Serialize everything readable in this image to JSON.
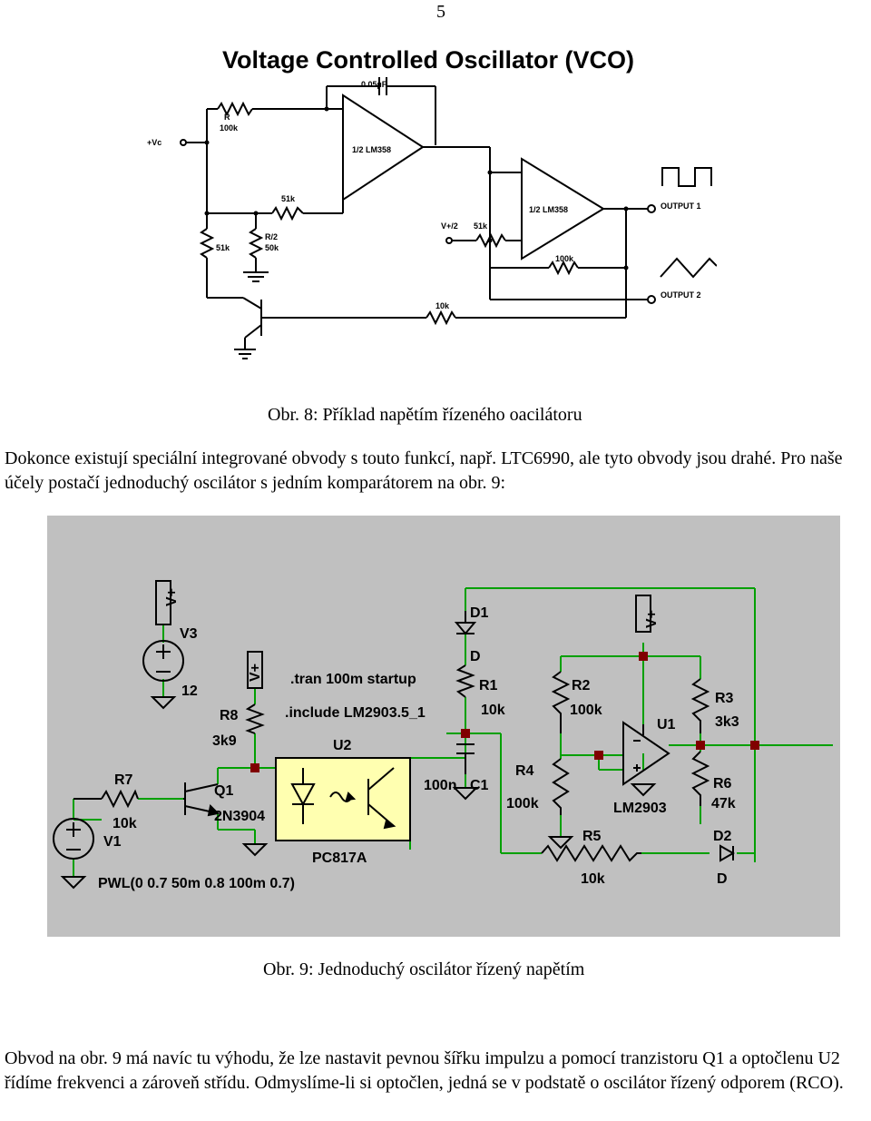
{
  "page_number": "5",
  "figure1": {
    "title": "Voltage Controlled Oscillator (VCO)",
    "labels": {
      "cap": "0.05µF",
      "r_name": "R",
      "r_value": "100k",
      "vc": "+Vc",
      "r51a": "51k",
      "r2_name": "R/2",
      "r2_value": "50k",
      "r51b": "51k",
      "opamp1": "1/2 LM358",
      "vhalf": "V+/2",
      "r51c": "51k",
      "opamp2": "1/2 LM358",
      "r100": "100k",
      "r10": "10k",
      "out1": "OUTPUT 1",
      "out2": "OUTPUT 2"
    }
  },
  "caption1": "Obr. 8: Příklad napětím řízeného oacilátoru",
  "paragraph1": "Dokonce existují speciální integrované obvody s touto funkcí, např. LTC6990, ale tyto obvody jsou drahé. Pro naše účely postačí jednoduchý oscilátor s jedním komparátorem na obr. 9:",
  "figure2": {
    "background": "#c0c0c0",
    "wire_color": "#00a000",
    "node_color": "#800000",
    "optocoupler_fill": "#ffffb0",
    "labels": {
      "v3_sym": "V+",
      "v3_name": "V3",
      "v3_value": "12",
      "v8_sym": "V+",
      "r8_name": "R8",
      "r8_value": "3k9",
      "tran": ".tran 100m startup",
      "include": ".include LM2903.5_1",
      "u2_name": "U2",
      "d1_name": "D1",
      "d1_value": "D",
      "r1_name": "R1",
      "r1_value": "10k",
      "v_u1_sym": "V+",
      "r2_name": "R2",
      "r2_value": "100k",
      "u1_name": "U1",
      "r3_name": "R3",
      "r3_value": "3k3",
      "r7_name": "R7",
      "r7_value": "10k",
      "v1_name": "V1",
      "q1_name": "Q1",
      "q1_value": "2N3904",
      "c1_value": "100n",
      "c1_name": "C1",
      "r4_name": "R4",
      "r4_value": "100k",
      "lm2903": "LM2903",
      "r6_name": "R6",
      "r6_value": "47k",
      "pc817": "PC817A",
      "r5_name": "R5",
      "r5_value": "10k",
      "d2_name": "D2",
      "d2_value": "D",
      "pwl": "PWL(0 0.7 50m 0.8 100m 0.7)"
    }
  },
  "caption2": "Obr. 9: Jednoduchý oscilátor řízený napětím",
  "paragraph2": "Obvod na obr. 9 má navíc tu výhodu, že lze nastavit pevnou šířku impulzu a pomocí tranzistoru Q1 a optočlenu U2 řídíme frekvenci a zároveň střídu. Odmyslíme-li si optočlen, jedná se v podstatě o oscilátor řízený odporem (RCO)."
}
